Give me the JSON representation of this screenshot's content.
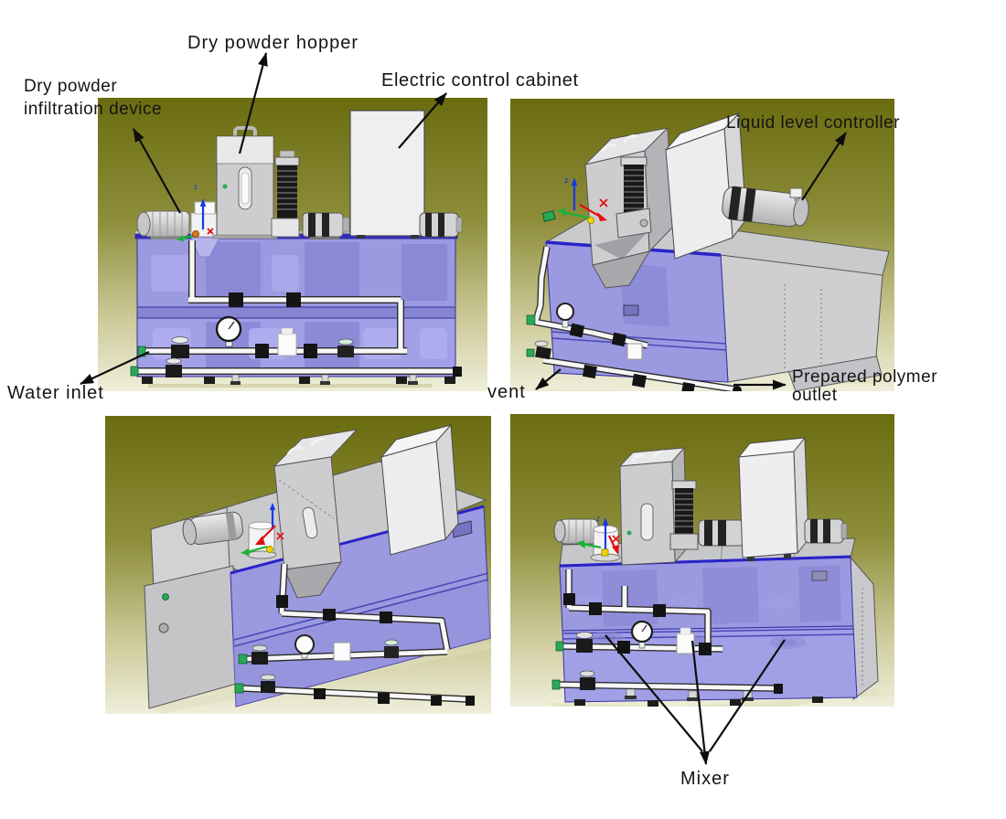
{
  "palette": {
    "panel_gradient_top": "#6b6b10",
    "panel_gradient_mid": "#8e8e3b",
    "panel_gradient_bottom": "#efeeda",
    "tank_purple": "#9b99e0",
    "tank_purple_dark": "#8b89d6",
    "tank_rim_blue": "#2823c8",
    "equipment_gray": "#d4d4d6",
    "cabinet_white": "#efeff1",
    "pump_black": "#191919",
    "pipe_white": "#f7f7f7",
    "valve_green": "#2aa857",
    "axis_x_red": "#e01010",
    "axis_y_green": "#18b335",
    "axis_z_blue": "#1538e8",
    "annotation_black": "#0d0d0d"
  },
  "views": [
    {
      "name": "front-elevation"
    },
    {
      "name": "right-isometric"
    },
    {
      "name": "rear-left-isometric"
    },
    {
      "name": "front-isometric"
    }
  ],
  "labels": {
    "dry_powder_infiltration_device": "Dry powder\ninfiltration device",
    "dry_powder_hopper": "Dry powder hopper",
    "electric_control_cabinet": "Electric control cabinet",
    "liquid_level_controller": "Liquid level controller",
    "water_inlet": "Water inlet",
    "vent": "vent",
    "prepared_polymer_outlet": "Prepared polymer\noutlet",
    "mixer": "Mixer"
  },
  "axis_labels": {
    "z": "z"
  }
}
